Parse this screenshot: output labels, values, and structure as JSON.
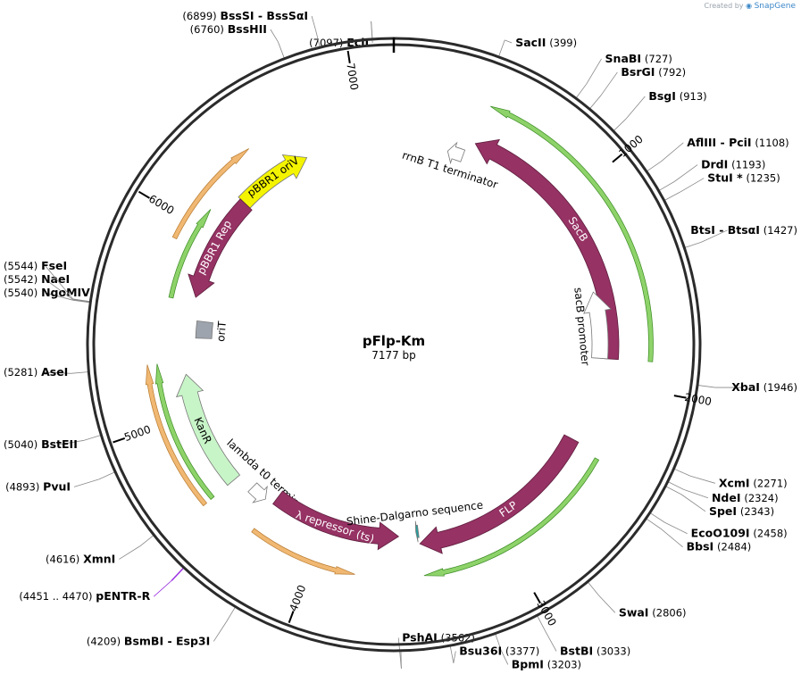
{
  "credit": {
    "prefix": "Created by",
    "brand": "SnapGene",
    "logo_icon": "snapgene-logo-icon"
  },
  "plasmid": {
    "name": "pFlp-Km",
    "size_text": "7177 bp",
    "length": 7177
  },
  "ticks": [
    "1000",
    "2000",
    "3000",
    "4000",
    "5000",
    "6000",
    "7000"
  ],
  "colors": {
    "backbone": "#2b2b2b",
    "cds": "#963264",
    "rep_origin": "#f4f400",
    "marker": "#c8f5c8",
    "terminator": "#ffffff",
    "orit": "#9ea4ad",
    "primer_bind": "#9b30e0",
    "orange_bar": "#f0b872",
    "green_bar": "#8ed36a"
  },
  "features": [
    {
      "name": "SacB",
      "kind": "cds",
      "start": 440,
      "end": 1870,
      "dir": "rev"
    },
    {
      "name": "sacB promoter",
      "kind": "promoter",
      "start": 1500,
      "end": 1870,
      "dir": "rev"
    },
    {
      "name": "rrnB T1 terminator",
      "kind": "terminator",
      "start": 310,
      "end": 400,
      "dir": "rev"
    },
    {
      "name": "pBBR1 oriV",
      "kind": "rep_origin",
      "start": 6250,
      "end": 6680,
      "dir": "fwd"
    },
    {
      "name": "pBBR1 Rep",
      "kind": "cds",
      "start": 5650,
      "end": 6250,
      "dir": "rev"
    },
    {
      "name": "oriT",
      "kind": "orit",
      "start": 5420,
      "end": 5520,
      "dir": "none"
    },
    {
      "name": "KanR",
      "kind": "marker",
      "start": 4580,
      "end": 5220,
      "dir": "fwd"
    },
    {
      "name": "lambda t0 terminator",
      "kind": "terminator",
      "start": 4380,
      "end": 4480,
      "dir": "rev"
    },
    {
      "name": "λ repressor (ts)",
      "kind": "cds",
      "start": 3560,
      "end": 4330,
      "dir": "rev"
    },
    {
      "name": "Shine-Dalgarno sequence",
      "kind": "rbs",
      "start": 3440,
      "end": 3455,
      "dir": "fwd"
    },
    {
      "name": "FLP",
      "kind": "cds",
      "start": 2350,
      "end": 3440,
      "dir": "fwd"
    }
  ],
  "bars": [
    {
      "kind": "green_bar",
      "start": 440,
      "end": 1870,
      "dir": "rev"
    },
    {
      "kind": "green_bar",
      "start": 2380,
      "end": 3440,
      "dir": "fwd"
    },
    {
      "kind": "orange_bar",
      "start": 3780,
      "end": 4330,
      "dir": "rev"
    },
    {
      "kind": "orange_bar",
      "start": 4580,
      "end": 5290,
      "dir": "fwd"
    },
    {
      "kind": "green_bar",
      "start": 4580,
      "end": 5290,
      "dir": "fwd"
    },
    {
      "kind": "green_bar",
      "start": 5620,
      "end": 6110,
      "dir": "fwd"
    },
    {
      "kind": "orange_bar",
      "start": 5900,
      "end": 6450,
      "dir": "fwd"
    }
  ],
  "site_labels": [
    {
      "enzyme": "EciI",
      "position": "(7097)"
    },
    {
      "enzyme": "SacII",
      "position": "(399)"
    },
    {
      "enzyme": "SnaBI",
      "position": "(727)"
    },
    {
      "enzyme": "BsrGI",
      "position": "(792)"
    },
    {
      "enzyme": "BsgI",
      "position": "(913)"
    },
    {
      "enzyme": "AflIII  -  PciI",
      "position": "(1108)"
    },
    {
      "enzyme": "DrdI",
      "position": "(1193)"
    },
    {
      "enzyme": "StuI *",
      "position": "(1235)"
    },
    {
      "enzyme": "BtsI  -  BtsαI",
      "position": "(1427)"
    },
    {
      "enzyme": "XbaI",
      "position": "(1946)"
    },
    {
      "enzyme": "XcmI",
      "position": "(2271)"
    },
    {
      "enzyme": "NdeI",
      "position": "(2324)"
    },
    {
      "enzyme": "SpeI",
      "position": "(2343)"
    },
    {
      "enzyme": "EcoO109I",
      "position": "(2458)"
    },
    {
      "enzyme": "BbsI",
      "position": "(2484)"
    },
    {
      "enzyme": "SwaI",
      "position": "(2806)"
    },
    {
      "enzyme": "BstBI",
      "position": "(3033)"
    },
    {
      "enzyme": "BpmI",
      "position": "(3203)"
    },
    {
      "enzyme": "Bsu36I",
      "position": "(3377)"
    },
    {
      "enzyme": "PshAI",
      "position": "(3562)"
    },
    {
      "enzyme": "BsmBI  -  Esp3I",
      "position": "(4209)"
    },
    {
      "enzyme": "pENTR-R",
      "position": "(4451 .. 4470)"
    },
    {
      "enzyme": "XmnI",
      "position": "(4616)"
    },
    {
      "enzyme": "PvuI",
      "position": "(4893)"
    },
    {
      "enzyme": "BstEII",
      "position": "(5040)"
    },
    {
      "enzyme": "AseI",
      "position": "(5281)"
    },
    {
      "enzyme": "NgoMIV",
      "position": "(5540)"
    },
    {
      "enzyme": "NaeI",
      "position": "(5542)"
    },
    {
      "enzyme": "FseI",
      "position": "(5544)"
    },
    {
      "enzyme": "BssHII",
      "position": "(6760)"
    },
    {
      "enzyme": "BssSI  -  BssSαI",
      "position": "(6899)"
    }
  ]
}
